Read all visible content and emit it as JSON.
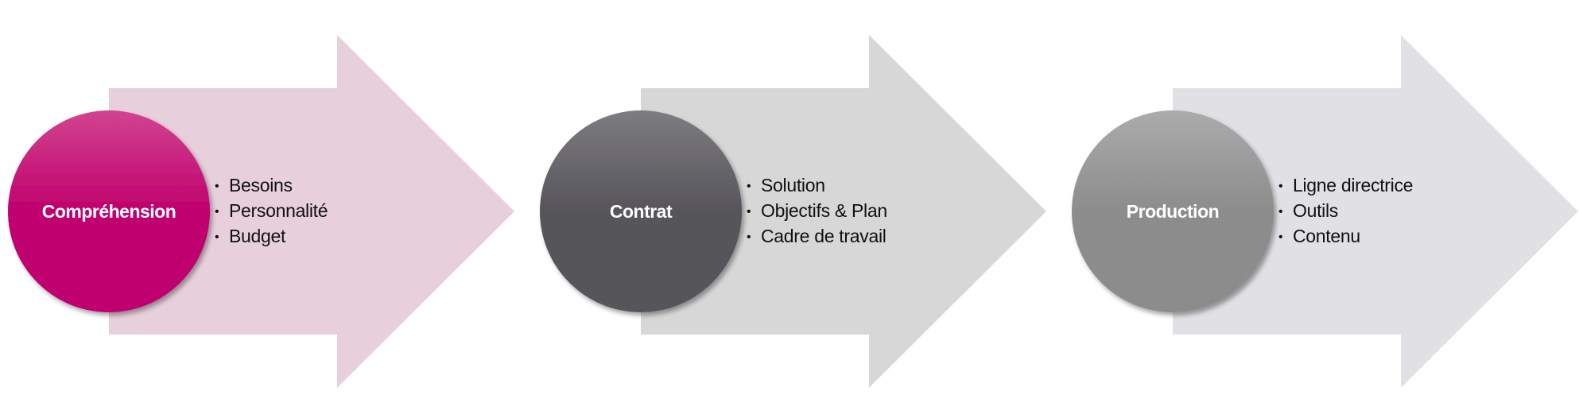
{
  "stages": [
    {
      "title": "Compréhension",
      "items": [
        "Besoins",
        "Personnalité",
        "Budget"
      ],
      "colors": {
        "arrow": "#e8cfdc",
        "circle_top": "#d1448f",
        "circle_bottom": "#c0006e"
      }
    },
    {
      "title": "Contrat",
      "items": [
        "Solution",
        "Objectifs & Plan",
        "Cadre de travail"
      ],
      "colors": {
        "arrow": "#d7d7d7",
        "circle_top": "#7d7c81",
        "circle_bottom": "#56555a"
      }
    },
    {
      "title": "Production",
      "items": [
        "Ligne directrice",
        "Outils",
        "Contenu"
      ],
      "colors": {
        "arrow": "#e1e0e4",
        "circle_top": "#ababab",
        "circle_bottom": "#8c8c8c"
      }
    }
  ]
}
